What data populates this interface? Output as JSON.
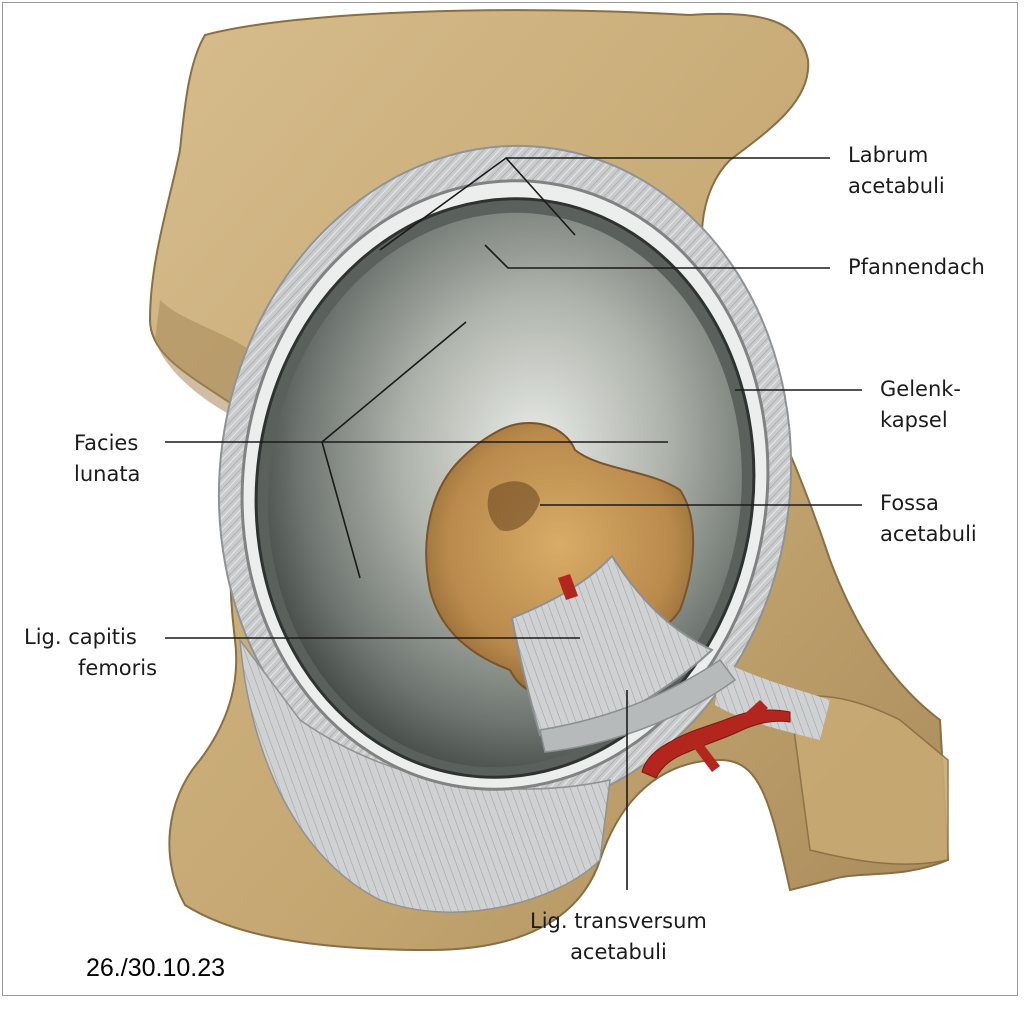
{
  "labels": {
    "labrum": [
      "Labrum",
      "acetabuli"
    ],
    "pfannendach": [
      "Pfannendach"
    ],
    "gelenkkapsel": [
      "Gelenk-",
      "kapsel"
    ],
    "fossa": [
      "Fossa",
      "acetabuli"
    ],
    "facies": [
      "Facies",
      "lunata"
    ],
    "lig_capitis": [
      "Lig. capitis",
      "femoris"
    ],
    "lig_transversum": [
      "Lig. transversum",
      "acetabuli"
    ]
  },
  "date_stamp": "26./30.10.23",
  "colors": {
    "bone": "#cdb27e",
    "bone_shadow": "#a8895a",
    "ligament": "#c9cbcc",
    "cartilage": "#8e948d",
    "fossa": "#b98a4c",
    "vessel": "#b3261e"
  }
}
